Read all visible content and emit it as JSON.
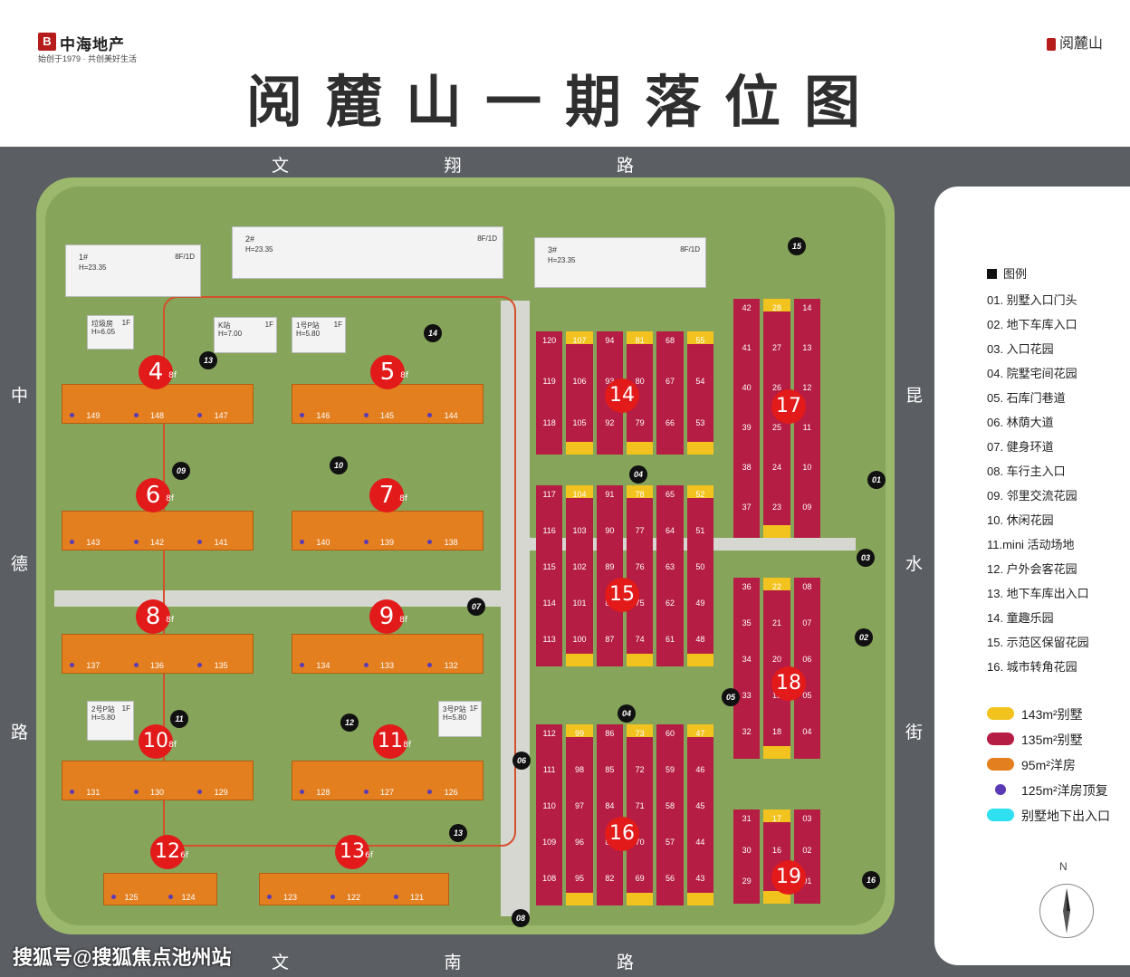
{
  "header": {
    "brand_mark": "B",
    "brand_name": "中海地产",
    "brand_slogan": "始创于1979 · 共创美好生活",
    "project_logo": "阅麓山",
    "title": "阅麓山一期落位图"
  },
  "roads": {
    "north": "文翔路",
    "south": "文南路",
    "west": "中德路",
    "east": "昆水街"
  },
  "buildings": [
    {
      "no": "4",
      "floors": "8f",
      "units": [
        "149",
        "148",
        "147"
      ]
    },
    {
      "no": "5",
      "floors": "8f",
      "units": [
        "146",
        "145",
        "144"
      ]
    },
    {
      "no": "6",
      "floors": "8f",
      "units": [
        "143",
        "142",
        "141"
      ]
    },
    {
      "no": "7",
      "floors": "8f",
      "units": [
        "140",
        "139",
        "138"
      ]
    },
    {
      "no": "8",
      "floors": "8f",
      "units": [
        "137",
        "136",
        "135"
      ]
    },
    {
      "no": "9",
      "floors": "8f",
      "units": [
        "134",
        "133",
        "132"
      ]
    },
    {
      "no": "10",
      "floors": "8f",
      "units": [
        "131",
        "130",
        "129"
      ]
    },
    {
      "no": "11",
      "floors": "8f",
      "units": [
        "128",
        "127",
        "126"
      ]
    },
    {
      "no": "12",
      "floors": "6f",
      "units": [
        "125",
        "124"
      ]
    },
    {
      "no": "13",
      "floors": "6f",
      "units": [
        "123",
        "122",
        "121"
      ]
    }
  ],
  "villa_groups": [
    {
      "no": "14",
      "cols": [
        [
          "120",
          "119",
          "118"
        ],
        [
          "107",
          "106",
          "105"
        ],
        [
          "94",
          "93",
          "92"
        ],
        [
          "81",
          "80",
          "79"
        ],
        [
          "68",
          "67",
          "66"
        ],
        [
          "55",
          "54",
          "53"
        ]
      ]
    },
    {
      "no": "15",
      "cols": [
        [
          "117",
          "116",
          "115",
          "114",
          "113"
        ],
        [
          "104",
          "103",
          "102",
          "101",
          "100"
        ],
        [
          "91",
          "90",
          "89",
          "88",
          "87"
        ],
        [
          "78",
          "77",
          "76",
          "75",
          "74"
        ],
        [
          "65",
          "64",
          "63",
          "62",
          "61"
        ],
        [
          "52",
          "51",
          "50",
          "49",
          "48"
        ]
      ]
    },
    {
      "no": "16",
      "cols": [
        [
          "112",
          "111",
          "110",
          "109",
          "108"
        ],
        [
          "99",
          "98",
          "97",
          "96",
          "95"
        ],
        [
          "86",
          "85",
          "84",
          "83",
          "82"
        ],
        [
          "73",
          "72",
          "71",
          "70",
          "69"
        ],
        [
          "60",
          "59",
          "58",
          "57",
          "56"
        ],
        [
          "47",
          "46",
          "45",
          "44",
          "43"
        ]
      ]
    },
    {
      "no": "17",
      "cols": [
        [
          "42",
          "41",
          "40",
          "39",
          "38",
          "37"
        ],
        [
          "28",
          "27",
          "26",
          "25",
          "24",
          "23"
        ],
        [
          "14",
          "13",
          "12",
          "11",
          "10",
          "09"
        ]
      ]
    },
    {
      "no": "18",
      "cols": [
        [
          "36",
          "35",
          "34",
          "33",
          "32"
        ],
        [
          "22",
          "21",
          "20",
          "19",
          "18"
        ],
        [
          "08",
          "07",
          "06",
          "05",
          "04"
        ]
      ]
    },
    {
      "no": "19",
      "cols": [
        [
          "31",
          "30",
          "29"
        ],
        [
          "17",
          "16",
          "15"
        ],
        [
          "03",
          "02",
          "01"
        ]
      ]
    }
  ],
  "towers": [
    {
      "label": "1#",
      "height": "H=23.35",
      "floors": "8F/1D"
    },
    {
      "label": "2#",
      "height": "H=23.35",
      "floors": "8F/1D"
    },
    {
      "label": "3#",
      "height": "H=23.35",
      "floors": "8F/1D"
    }
  ],
  "facilities": [
    {
      "label": "K站",
      "height": "H=7.00",
      "floors": "1F"
    },
    {
      "label": "1号P站",
      "height": "H=5.80",
      "floors": "1F"
    },
    {
      "label": "垃圾房",
      "height": "H=6.05",
      "floors": "1F"
    },
    {
      "label": "2号P站",
      "height": "H=5.80",
      "floors": "1F"
    },
    {
      "label": "3号P站",
      "height": "H=5.80",
      "floors": "1F"
    }
  ],
  "legend": {
    "title": "图例",
    "items": [
      "01. 别墅入口门头",
      "02. 地下车库入口",
      "03. 入口花园",
      "04. 院墅宅间花园",
      "05. 石库门巷道",
      "06. 林荫大道",
      "07. 健身环道",
      "08. 车行主入口",
      "09. 邻里交流花园",
      "10. 休闲花园",
      "11.mini 活动场地",
      "12. 户外会客花园",
      "13. 地下车库出入口",
      "14. 童趣乐园",
      "15. 示范区保留花园",
      "16. 城市转角花园"
    ],
    "swatches": [
      {
        "label": "143m²别墅",
        "color": "#f2c31e",
        "shape": "pill"
      },
      {
        "label": "135m²别墅",
        "color": "#b51d44",
        "shape": "pill"
      },
      {
        "label": "95m²洋房",
        "color": "#e37f1f",
        "shape": "pill"
      },
      {
        "label": "125m²洋房顶复",
        "color": "#5b3bb5",
        "shape": "dot"
      },
      {
        "label": "别墅地下出入口",
        "color": "#2fe0f0",
        "shape": "pill"
      }
    ],
    "north": "N"
  },
  "watermark": "搜狐号@搜狐焦点池州站"
}
